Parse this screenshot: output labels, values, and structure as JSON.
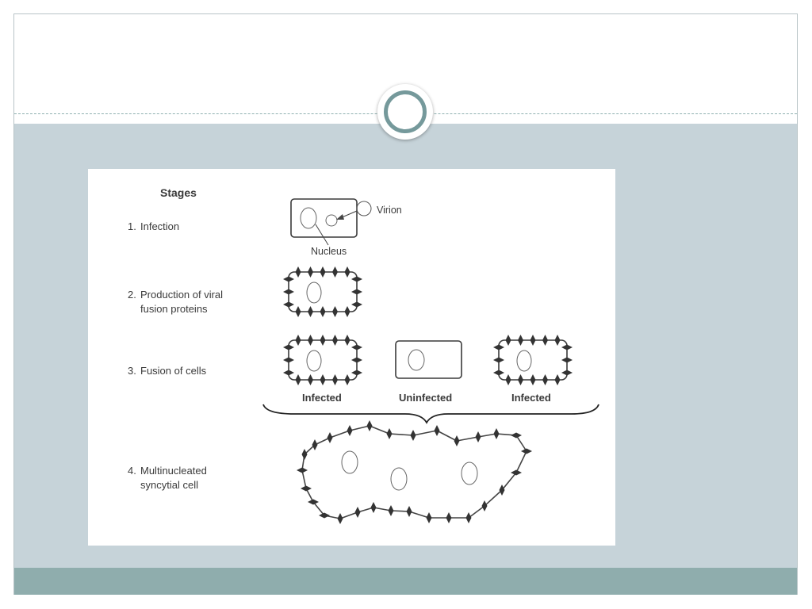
{
  "diagram": {
    "heading": "Stages",
    "stages": [
      {
        "number": "1.",
        "text": "Infection"
      },
      {
        "number": "2.",
        "text": "Production of viral",
        "text2": "fusion proteins"
      },
      {
        "number": "3.",
        "text": "Fusion of cells"
      },
      {
        "number": "4.",
        "text": "Multinucleated",
        "text2": "syncytial cell"
      }
    ],
    "callouts": {
      "virion": "Virion",
      "nucleus": "Nucleus"
    },
    "cell_captions": [
      "Infected",
      "Uninfected",
      "Infected"
    ]
  },
  "colors": {
    "content_band": "#c6d3d9",
    "footer_band": "#8fadad",
    "ring": "#75999b",
    "ink": "#3a3a3a"
  }
}
